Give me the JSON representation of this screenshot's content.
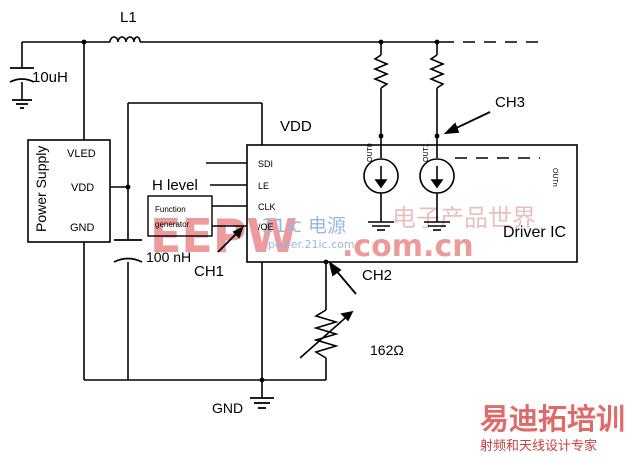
{
  "labels": {
    "inductor": "L1",
    "capacitor": "10uH",
    "vdd_top": "VDD",
    "ch3": "CH3",
    "ch2": "CH2",
    "ch1": "CH1",
    "h_level": "H level",
    "cap_100n": "100 nH",
    "resistor": "162Ω",
    "gnd": "GND",
    "driver_ic": "Driver IC"
  },
  "power_supply": {
    "title": "Power Supply",
    "pins": [
      "VLED",
      "VDD",
      "GND"
    ]
  },
  "driver_pins": [
    "SDI",
    "LE",
    "CLK",
    "/OE"
  ],
  "function_generator": {
    "line1": "Function",
    "line2": "generator"
  },
  "out_pins": [
    "OUT0",
    "OUT1",
    "OUTn"
  ],
  "watermarks": {
    "site_cn": "21ic 电源",
    "site_url": "power.21ic.com",
    "brand_big": "EEPW",
    "com": ".com.cn",
    "cn_right": "电子产品世界",
    "corner_title": "易迪拓培训",
    "corner_sub": "射频和天线设计专家"
  }
}
